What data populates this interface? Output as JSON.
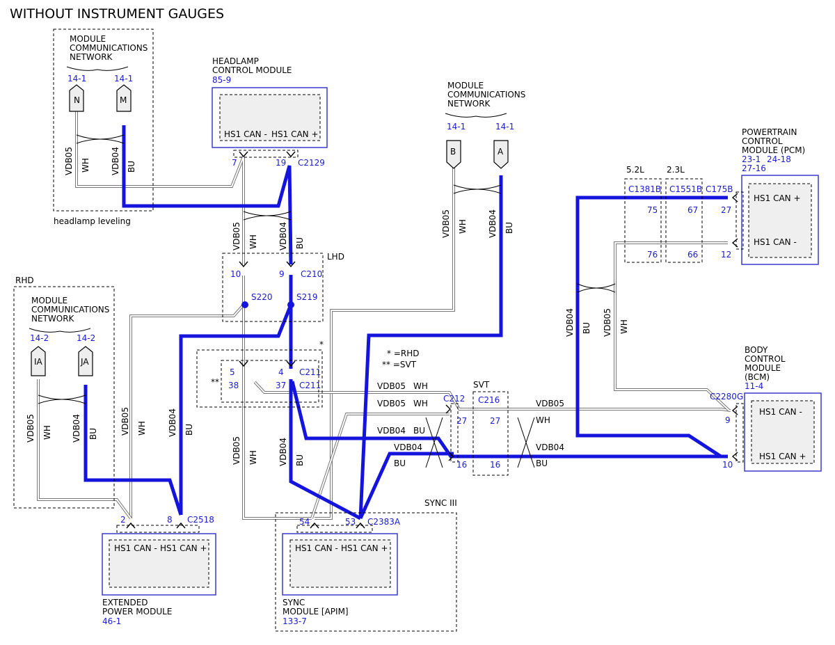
{
  "title": "WITHOUT INSTRUMENT GAUGES",
  "mcn_top_left": {
    "label": [
      "MODULE",
      "COMMUNICATIONS",
      "NETWORK"
    ],
    "ref_n": "14-1",
    "ref_m": "14-1",
    "pin_n": "N",
    "pin_m": "M",
    "wire_wh_circuit": "VDB05",
    "wire_wh_color": "WH",
    "wire_bu_circuit": "VDB04",
    "wire_bu_color": "BU",
    "footer": "headlamp leveling"
  },
  "headlamp_module": {
    "name": [
      "HEADLAMP",
      "CONTROL MODULE"
    ],
    "ref": "85-9",
    "pin_minus": "HS1 CAN -",
    "pin_plus": "HS1 CAN +",
    "pin_num_minus": "7",
    "pin_num_plus": "19",
    "connector": "C2129"
  },
  "mcn_top_center": {
    "label": [
      "MODULE",
      "COMMUNICATIONS",
      "NETWORK"
    ],
    "ref_b": "14-1",
    "ref_a": "14-1",
    "pin_b": "B",
    "pin_a": "A",
    "wire_wh_circuit": "VDB05",
    "wire_wh_color": "WH",
    "wire_bu_circuit": "VDB04",
    "wire_bu_color": "BU"
  },
  "lhd_splice": {
    "label": "LHD",
    "wire_wh_circuit": "VDB05",
    "wire_wh_color": "WH",
    "wire_bu_circuit": "VDB04",
    "wire_bu_color": "BU",
    "pin_10": "10",
    "pin_9": "9",
    "connector": "C210",
    "splice_wh": "S220",
    "splice_bu": "S219"
  },
  "c211_block": {
    "star": "*",
    "double_star": "**",
    "pin_5": "5",
    "pin_4": "4",
    "connector_a": "C211",
    "pin_38": "38",
    "pin_37": "37",
    "connector_b": "C211"
  },
  "notes": {
    "rhd": "* =RHD",
    "svt": "** =SVT"
  },
  "rhd_block": {
    "label": "RHD",
    "mcn_label": [
      "MODULE",
      "COMMUNICATIONS",
      "NETWORK"
    ],
    "ref_ia": "14-2",
    "ref_ja": "14-2",
    "pin_ia": "IA",
    "pin_ja": "JA",
    "wire_wh_circuit": "VDB05",
    "wire_wh_color": "WH",
    "wire_bu_circuit": "VDB04",
    "wire_bu_color": "BU"
  },
  "epm_feed": {
    "wire_wh_circuit": "VDB05",
    "wire_wh_color": "WH",
    "wire_bu_circuit": "VDB04",
    "wire_bu_color": "BU"
  },
  "extended_power_module": {
    "name": [
      "EXTENDED",
      "POWER MODULE"
    ],
    "ref": "46-1",
    "pin_minus": "HS1 CAN -",
    "pin_plus": "HS1 CAN +",
    "pin_num_minus": "2",
    "pin_num_plus": "8",
    "connector": "C2518"
  },
  "sync_feed": {
    "wire_wh_circuit": "VDB05",
    "wire_wh_color": "WH",
    "wire_bu_circuit": "VDB04",
    "wire_bu_color": "BU"
  },
  "sync_module": {
    "group_label": "SYNC III",
    "name": [
      "SYNC",
      "MODULE [APIM]"
    ],
    "ref": "133-7",
    "pin_minus": "HS1 CAN -",
    "pin_plus": "HS1 CAN +",
    "pin_num_minus": "54",
    "pin_num_plus": "53",
    "connector": "C2383A"
  },
  "mid_wires": {
    "row1_circuit": "VDB05",
    "row1_color": "WH",
    "row2_circuit": "VDB05",
    "row2_color": "WH",
    "row3_circuit": "VDB04",
    "row3_color": "BU",
    "row4_circuit": "VDB04",
    "row4_color": "BU",
    "c212": "C212",
    "pin_27": "27",
    "pin_16": "16"
  },
  "svt_block": {
    "label": "SVT",
    "connector": "C216",
    "pin_27": "27",
    "pin_16": "16",
    "wire_wh_circuit": "VDB05",
    "wire_wh_color": "WH",
    "wire_bu_circuit": "VDB04",
    "wire_bu_color": "BU"
  },
  "pcm": {
    "name": [
      "POWERTRAIN",
      "CONTROL",
      "MODULE (PCM)"
    ],
    "refs": [
      "23-1",
      "24-18",
      "27-16"
    ],
    "pin_plus": "HS1 CAN +",
    "pin_minus": "HS1 CAN -",
    "pin_num_plus": "27",
    "pin_num_minus": "12",
    "connector": "C175B",
    "variant_52": "5.2L",
    "variant_23": "2.3L",
    "conn_52": "C1381B",
    "conn_23": "C1551B",
    "pin_75": "75",
    "pin_76": "76",
    "pin_67": "67",
    "pin_66": "66"
  },
  "bcm_feed": {
    "wire_bu_circuit": "VDB04",
    "wire_bu_color": "BU",
    "wire_wh_circuit": "VDB05",
    "wire_wh_color": "WH"
  },
  "bcm": {
    "name": [
      "BODY",
      "CONTROL",
      "MODULE",
      "(BCM)"
    ],
    "ref": "11-4",
    "connector": "C2280G",
    "pin_minus": "HS1 CAN -",
    "pin_plus": "HS1 CAN +",
    "pin_num_minus": "9",
    "pin_num_plus": "10"
  },
  "colors": {
    "can_high_wire": "#1414dc",
    "label_blue": "#1a1ad6",
    "module_border": "#3a3acc"
  }
}
